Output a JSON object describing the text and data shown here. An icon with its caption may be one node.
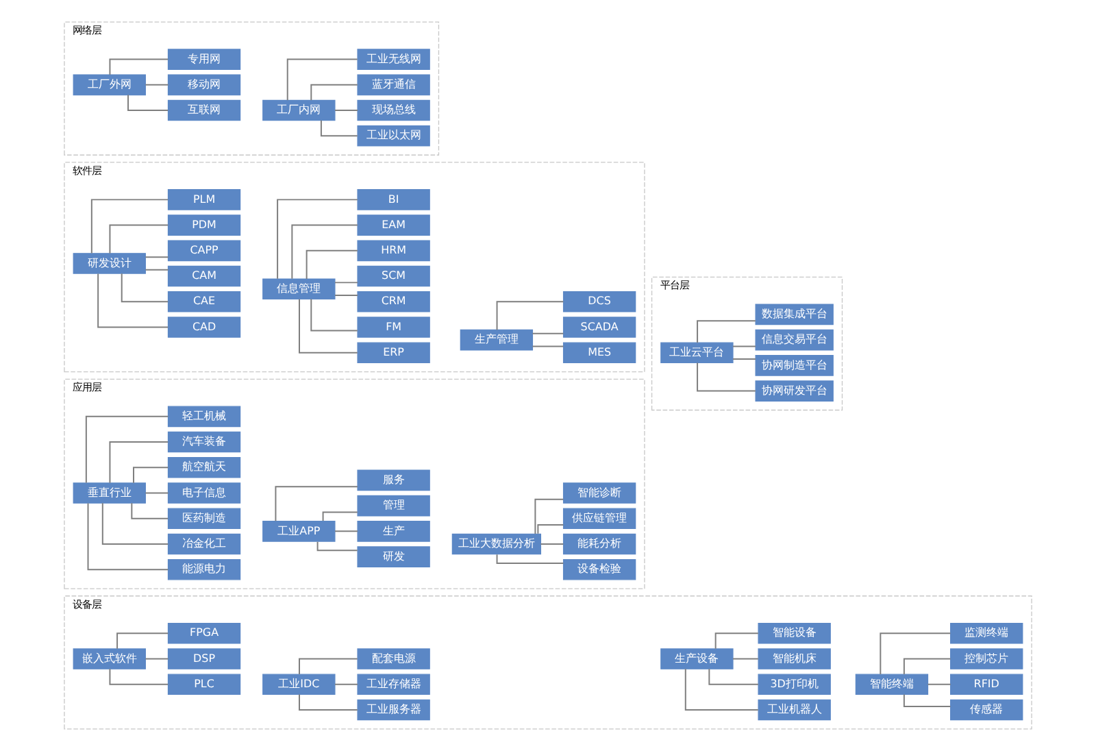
{
  "diagram": {
    "nodes": [
      {
        "text": [
          "应用层"
        ]
      },
      {
        "text": [
          "垂直行业"
        ],
        "in": 0
      },
      {
        "text": [
          "能源电力"
        ],
        "in": 0
      },
      {
        "text": [
          "冶金化工"
        ],
        "in": 0
      },
      {
        "text": [
          "医药制造"
        ],
        "in": 0
      },
      {
        "text": [
          "电子信息"
        ],
        "in": 0
      },
      {
        "text": [
          "航空航天"
        ],
        "in": 0
      },
      {
        "text": [
          "汽车装备"
        ],
        "in": 0
      },
      {
        "text": [
          "轻工机械"
        ],
        "in": 0
      },
      {
        "text": [
          "工业APP"
        ],
        "in": 0
      },
      {
        "text": [
          "研发"
        ],
        "in": 0
      },
      {
        "text": [
          "生产"
        ],
        "in": 0
      },
      {
        "text": [
          "管理"
        ],
        "in": 0
      },
      {
        "text": [
          "服务"
        ],
        "in": 0
      },
      {
        "text": [
          "工业大数据分析"
        ],
        "in": 0
      },
      {
        "text": [
          "设备检验"
        ],
        "in": 0
      },
      {
        "text": [
          "能耗分析"
        ],
        "in": 0
      },
      {
        "text": [
          "供应链管理"
        ],
        "in": 0
      },
      {
        "text": [
          "智能诊断"
        ],
        "in": 0
      },
      {
        "text": [
          "设备层"
        ]
      },
      {
        "text": [
          "生产设备"
        ],
        "in": 19
      },
      {
        "text": [
          "工业机器人"
        ],
        "in": 19
      },
      {
        "text": [
          "3D打印机"
        ],
        "in": 19
      },
      {
        "text": [
          "智能机床"
        ],
        "in": 19
      },
      {
        "text": [
          "智能设备"
        ],
        "in": 19
      },
      {
        "text": [
          "智能终端"
        ],
        "in": 19
      },
      {
        "text": [
          "传感器"
        ],
        "in": 19
      },
      {
        "text": [
          "RFID"
        ],
        "in": 19
      },
      {
        "text": [
          "控制芯片"
        ],
        "in": 19
      },
      {
        "text": [
          "监测终端"
        ],
        "in": 19
      },
      {
        "text": [
          "嵌入式软件"
        ],
        "in": 19
      },
      {
        "text": [
          "PLC"
        ],
        "in": 19
      },
      {
        "text": [
          "DSP"
        ],
        "in": 19
      },
      {
        "text": [
          "FPGA"
        ],
        "in": 19
      },
      {
        "text": [
          "工业IDC"
        ],
        "in": 19
      },
      {
        "text": [
          "工业服务器"
        ],
        "in": 19
      },
      {
        "text": [
          "工业存储器"
        ],
        "in": 19
      },
      {
        "text": [
          "配套电源"
        ],
        "in": 19
      },
      {
        "text": [
          "软件层"
        ]
      },
      {
        "text": [
          "研发设计"
        ],
        "in": 38
      },
      {
        "text": [
          "CAD"
        ],
        "in": 38
      },
      {
        "text": [
          "CAE"
        ],
        "in": 38
      },
      {
        "text": [
          "CAM"
        ],
        "in": 38
      },
      {
        "text": [
          "CAPP"
        ],
        "in": 38
      },
      {
        "text": [
          "PDM"
        ],
        "in": 38
      },
      {
        "text": [
          "PLM"
        ],
        "in": 38
      },
      {
        "text": [
          "信息管理"
        ],
        "in": 38
      },
      {
        "text": [
          "ERP"
        ],
        "in": 38
      },
      {
        "text": [
          "FM"
        ],
        "in": 38
      },
      {
        "text": [
          "CRM"
        ],
        "in": 38
      },
      {
        "text": [
          "SCM"
        ],
        "in": 38
      },
      {
        "text": [
          "HRM"
        ],
        "in": 38
      },
      {
        "text": [
          "EAM"
        ],
        "in": 38
      },
      {
        "text": [
          "BI"
        ],
        "in": 38
      },
      {
        "text": [
          "生产管理"
        ],
        "in": 38
      },
      {
        "text": [
          "MES"
        ],
        "in": 38
      },
      {
        "text": [
          "SCADA"
        ],
        "in": 38
      },
      {
        "text": [
          "DCS"
        ],
        "in": 38
      },
      {
        "text": [
          "网络层"
        ]
      },
      {
        "text": [
          "工厂外网"
        ],
        "in": 58
      },
      {
        "text": [
          "互联网"
        ],
        "in": 58
      },
      {
        "text": [
          "移动网"
        ],
        "in": 58
      },
      {
        "text": [
          "专用网"
        ],
        "in": 58
      },
      {
        "text": [
          "工厂内网"
        ],
        "in": 58
      },
      {
        "text": [
          "工业以太网"
        ],
        "in": 58
      },
      {
        "text": [
          "现场总线"
        ],
        "in": 58
      },
      {
        "text": [
          "蓝牙通信"
        ],
        "in": 58
      },
      {
        "text": [
          "工业无线网"
        ],
        "in": 58
      },
      {
        "text": [
          "平台层"
        ]
      },
      {
        "text": [
          "工业云平台"
        ],
        "in": 68
      },
      {
        "text": [
          "协网研发平台"
        ],
        "in": 68
      },
      {
        "text": [
          "协网制造平台"
        ],
        "in": 68
      },
      {
        "text": [
          "信息交易平台"
        ],
        "in": 68
      },
      {
        "text": [
          "数据集成平台"
        ],
        "in": 68
      }
    ],
    "edges": [
      {
        "from": 1,
        "to": 2,
        "arrow": "none"
      },
      {
        "from": 1,
        "to": 3,
        "arrow": "none"
      },
      {
        "from": 1,
        "to": 4,
        "arrow": "none"
      },
      {
        "from": 1,
        "to": 5,
        "arrow": "none"
      },
      {
        "from": 1,
        "to": 6,
        "arrow": "none"
      },
      {
        "from": 1,
        "to": 7,
        "arrow": "none"
      },
      {
        "from": 1,
        "to": 8,
        "arrow": "none"
      },
      {
        "from": 9,
        "to": 10,
        "arrow": "none"
      },
      {
        "from": 9,
        "to": 11,
        "arrow": "none"
      },
      {
        "from": 9,
        "to": 12,
        "arrow": "none"
      },
      {
        "from": 9,
        "to": 13,
        "arrow": "none"
      },
      {
        "from": 14,
        "to": 15,
        "arrow": "none"
      },
      {
        "from": 14,
        "to": 16,
        "arrow": "none"
      },
      {
        "from": 14,
        "to": 17,
        "arrow": "none"
      },
      {
        "from": 14,
        "to": 18,
        "arrow": "none"
      },
      {
        "from": 20,
        "to": 21,
        "arrow": "none"
      },
      {
        "from": 20,
        "to": 22,
        "arrow": "none"
      },
      {
        "from": 20,
        "to": 23,
        "arrow": "none"
      },
      {
        "from": 20,
        "to": 24,
        "arrow": "none"
      },
      {
        "from": 25,
        "to": 26,
        "arrow": "none"
      },
      {
        "from": 25,
        "to": 27,
        "arrow": "none"
      },
      {
        "from": 25,
        "to": 28,
        "arrow": "none"
      },
      {
        "from": 25,
        "to": 29,
        "arrow": "none"
      },
      {
        "from": 30,
        "to": 31,
        "arrow": "none"
      },
      {
        "from": 30,
        "to": 32,
        "arrow": "none"
      },
      {
        "from": 30,
        "to": 33,
        "arrow": "none"
      },
      {
        "from": 34,
        "to": 35,
        "arrow": "none"
      },
      {
        "from": 34,
        "to": 36,
        "arrow": "none"
      },
      {
        "from": 34,
        "to": 37,
        "arrow": "none"
      },
      {
        "from": 39,
        "to": 40,
        "arrow": "none"
      },
      {
        "from": 39,
        "to": 41,
        "arrow": "none"
      },
      {
        "from": 39,
        "to": 42,
        "arrow": "none"
      },
      {
        "from": 39,
        "to": 43,
        "arrow": "none"
      },
      {
        "from": 39,
        "to": 44,
        "arrow": "none"
      },
      {
        "from": 39,
        "to": 45,
        "arrow": "none"
      },
      {
        "from": 46,
        "to": 47,
        "arrow": "none"
      },
      {
        "from": 46,
        "to": 48,
        "arrow": "none"
      },
      {
        "from": 46,
        "to": 49,
        "arrow": "none"
      },
      {
        "from": 46,
        "to": 50,
        "arrow": "none"
      },
      {
        "from": 46,
        "to": 51,
        "arrow": "none"
      },
      {
        "from": 46,
        "to": 52,
        "arrow": "none"
      },
      {
        "from": 46,
        "to": 53,
        "arrow": "none"
      },
      {
        "from": 54,
        "to": 55,
        "arrow": "none"
      },
      {
        "from": 54,
        "to": 56,
        "arrow": "none"
      },
      {
        "from": 54,
        "to": 57,
        "arrow": "none"
      },
      {
        "from": 59,
        "to": 60,
        "arrow": "none"
      },
      {
        "from": 59,
        "to": 61,
        "arrow": "none"
      },
      {
        "from": 59,
        "to": 62,
        "arrow": "none"
      },
      {
        "from": 63,
        "to": 64,
        "arrow": "none"
      },
      {
        "from": 63,
        "to": 65,
        "arrow": "none"
      },
      {
        "from": 63,
        "to": 66,
        "arrow": "none"
      },
      {
        "from": 63,
        "to": 67,
        "arrow": "none"
      },
      {
        "from": 69,
        "to": 70,
        "arrow": "none"
      },
      {
        "from": 69,
        "to": 71,
        "arrow": "none"
      },
      {
        "from": 69,
        "to": 72,
        "arrow": "none"
      },
      {
        "from": 69,
        "to": 73,
        "arrow": "none"
      }
    ]
  }
}
